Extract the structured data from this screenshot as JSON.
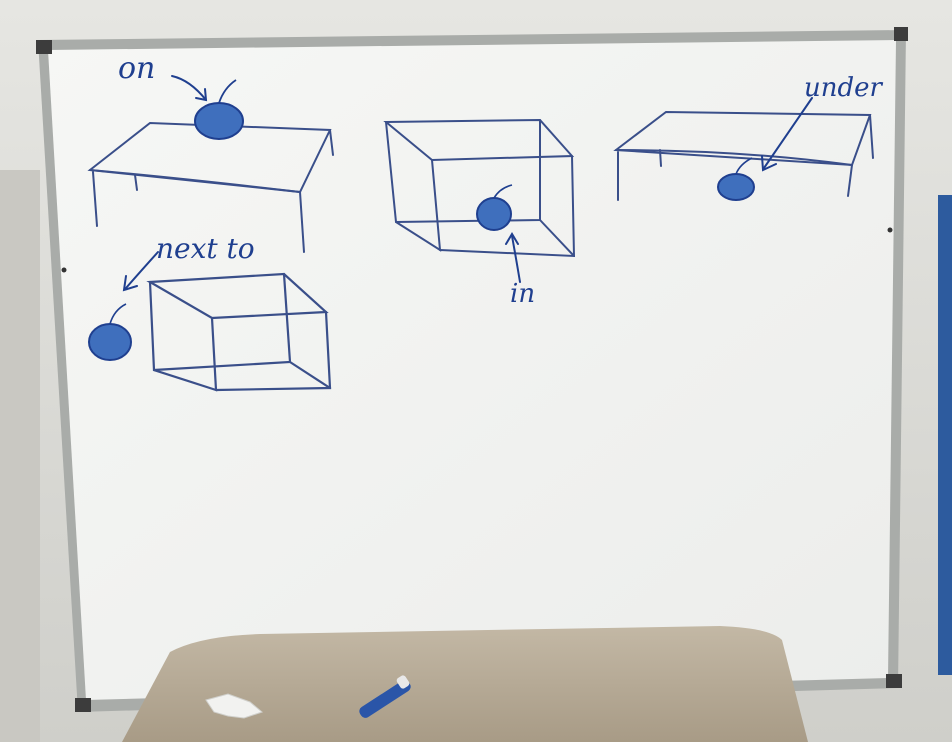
{
  "labels": {
    "on": "on",
    "in": "in",
    "under": "under",
    "next_to": "next to"
  },
  "colors": {
    "wall": "#dcdcd8",
    "board_surface": "#f4f5f3",
    "frame": "#a9aca9",
    "corner_caps": "#3c3c3c",
    "marker_ink": "#1f3f8f",
    "apple_fill": "#3f6fbd",
    "table": "#b9ac98",
    "blue_panel": "#2d5b9e"
  },
  "objects": {
    "marker": "blue whiteboard marker",
    "eraser": "crumpled paper tissue"
  }
}
